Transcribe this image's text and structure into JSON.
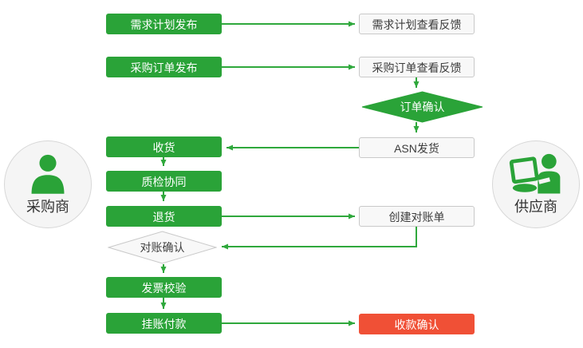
{
  "diagram": {
    "buyer": {
      "label": "采购商",
      "steps": {
        "demand_plan": "需求计划发布",
        "po_publish": "采购订单发布",
        "receive": "收货",
        "quality": "质检协同",
        "return_goods": "退货",
        "invoice": "发票校验",
        "payment": "挂账付款"
      },
      "decision": "对账确认"
    },
    "supplier": {
      "label": "供应商",
      "steps": {
        "demand_feedback": "需求计划查看反馈",
        "po_feedback": "采购订单查看反馈",
        "asn": "ASN发货",
        "statement": "创建对账单",
        "receipt_confirm": "收款确认"
      },
      "decision": "订单确认"
    },
    "colors": {
      "green": "#2aa338",
      "connector": "#2fa83c",
      "red": "#f05036",
      "neutral_fill": "#f8f8f8",
      "neutral_border": "#c9c9c9"
    }
  }
}
